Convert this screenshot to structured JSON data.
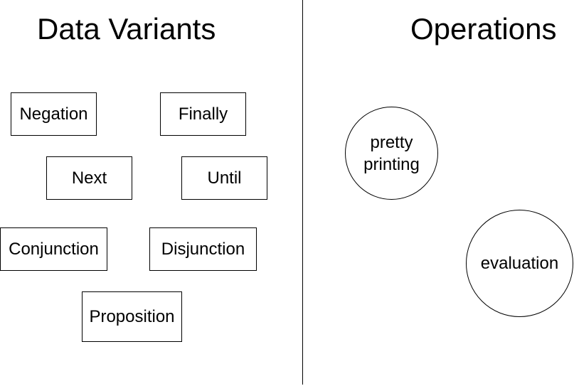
{
  "headings": {
    "left": "Data Variants",
    "right": "Operations"
  },
  "variants": {
    "negation": "Negation",
    "finally": "Finally",
    "next": "Next",
    "until": "Until",
    "conjunction": "Conjunction",
    "disjunction": "Disjunction",
    "proposition": "Proposition"
  },
  "operations": {
    "pretty_printing_line1": "pretty",
    "pretty_printing_line2": "printing",
    "evaluation": "evaluation"
  }
}
